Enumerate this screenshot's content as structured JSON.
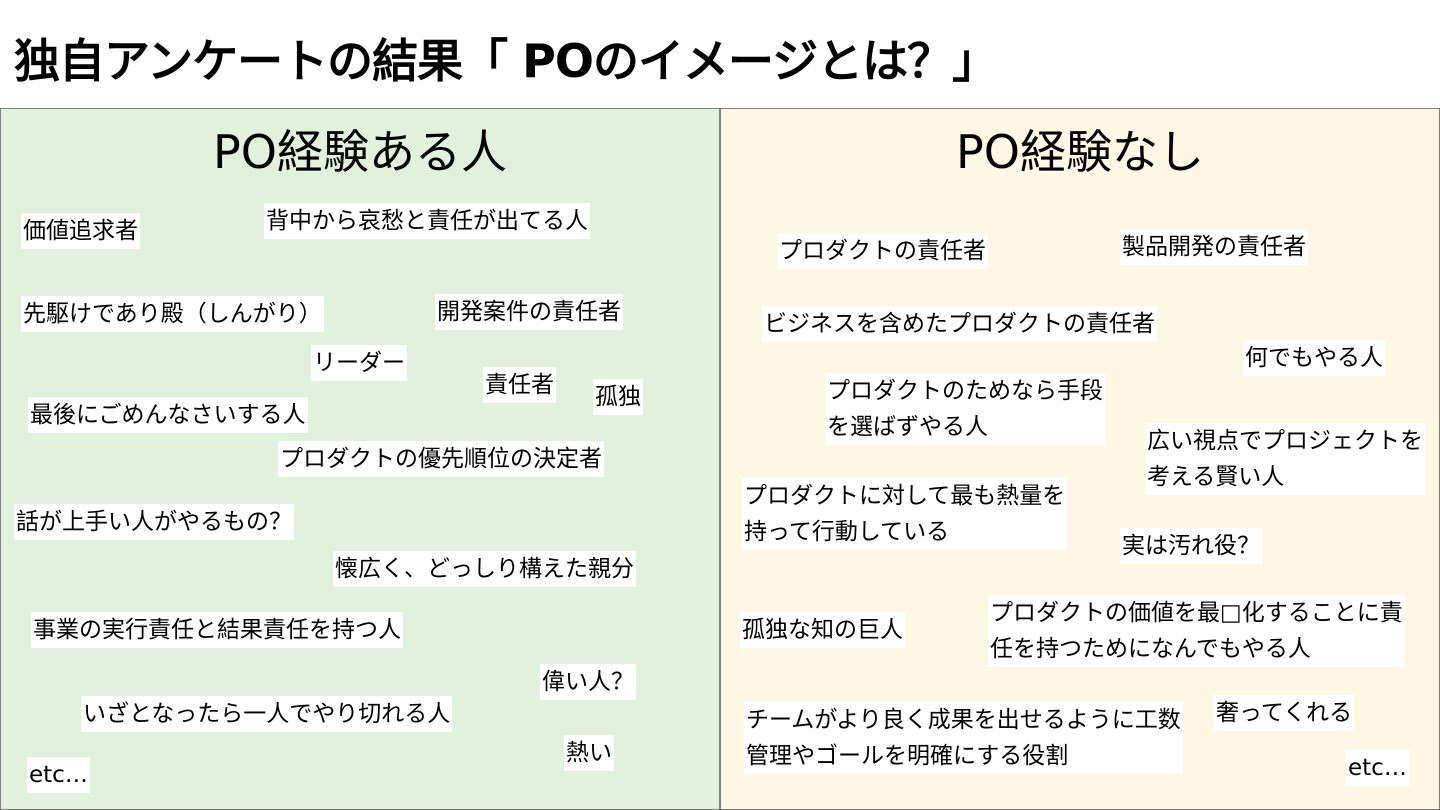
{
  "title": "独自アンケートの結果「 POのイメージとは？」",
  "left": {
    "heading": "PO経験ある人",
    "notes": [
      "価値追求者",
      "背中から哀愁と責任が出てる人",
      "先駆けであり殿（しんがり）",
      "開発案件の責任者",
      "リーダー",
      "責任者",
      "孤独",
      "最後にごめんなさいする人",
      "プロダクトの優先順位の決定者",
      "話が上手い人がやるもの？",
      "懐広く、どっしり構えた親分",
      "事業の実行責任と結果責任を持つ人",
      "偉い人？",
      "いざとなったら一人でやり切れる人",
      "熱い",
      "etc…"
    ]
  },
  "right": {
    "heading": "PO経験なし",
    "notes": [
      "プロダクトの責任者",
      "製品開発の責任者",
      "ビジネスを含めたプロダクトの責任者",
      "何でもやる人",
      [
        "プロダクトのためなら手段",
        "を選ばずやる人"
      ],
      [
        "広い視点でプロジェクトを",
        "考える賢い人"
      ],
      [
        "プロダクトに対して最も熱量を",
        "持って行動している"
      ],
      "実は汚れ役？",
      "孤独な知の巨人",
      [
        "プロダクトの価値を最□化することに責",
        "任を持つためになんでもやる人"
      ],
      [
        "チームがより良く成果を出せるように工数",
        "管理やゴールを明確にする役割"
      ],
      "奢ってくれる",
      "etc…"
    ]
  }
}
